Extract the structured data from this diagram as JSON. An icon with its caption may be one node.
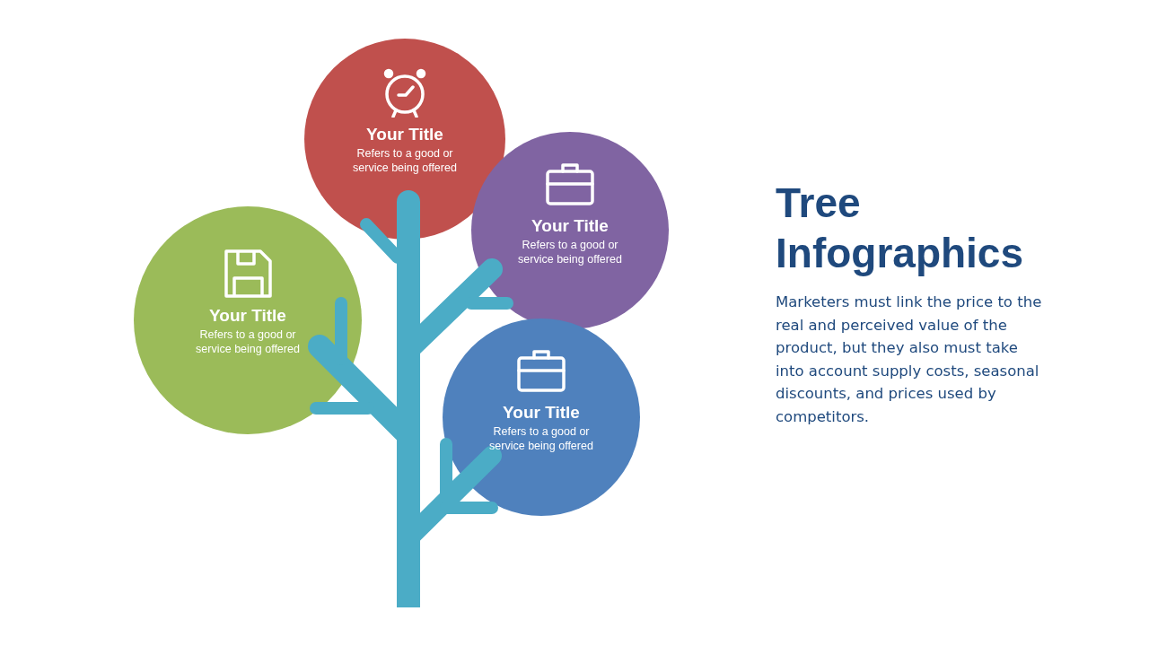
{
  "diagram": {
    "title": "Tree Infographics",
    "nodes": [
      {
        "text": [
          "Your Title",
          "Refers to a good or service being offered"
        ]
      },
      {
        "text": [
          "Your Title",
          "Refers to a good or service being offered"
        ]
      },
      {
        "text": [
          "Your Title",
          "Refers to a good or service being offered"
        ]
      },
      {
        "text": [
          "Your Title",
          "Refers to a good or service being offered"
        ]
      }
    ],
    "labels": [
      "Marketers must link the price to the real and perceived value of the product, but they also must take into account supply costs, seasonal discounts, and prices used by competitors."
    ]
  }
}
